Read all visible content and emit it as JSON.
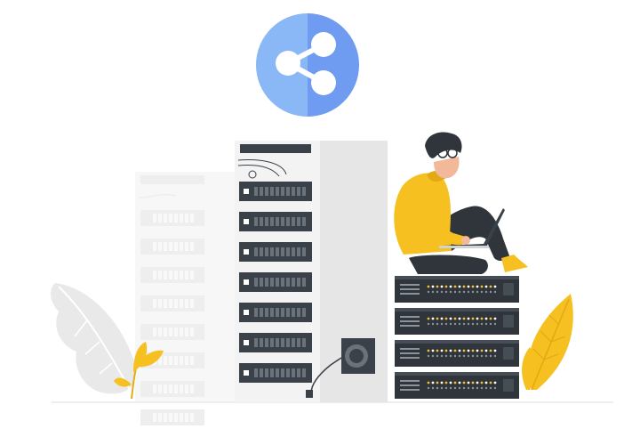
{
  "illustration": {
    "share_badge": {
      "icon": "share-icon",
      "color_left": "#8ab7f5",
      "color_right": "#6f9cf0"
    },
    "main_rack_units": 7,
    "ghost_rack_units": 8,
    "stack_units": 4,
    "accent_yellow": "#f7c021",
    "rack_dark": "#3a4148",
    "rack_light": "#e5e5e5",
    "leaf_gray": "#e9e9e9"
  }
}
